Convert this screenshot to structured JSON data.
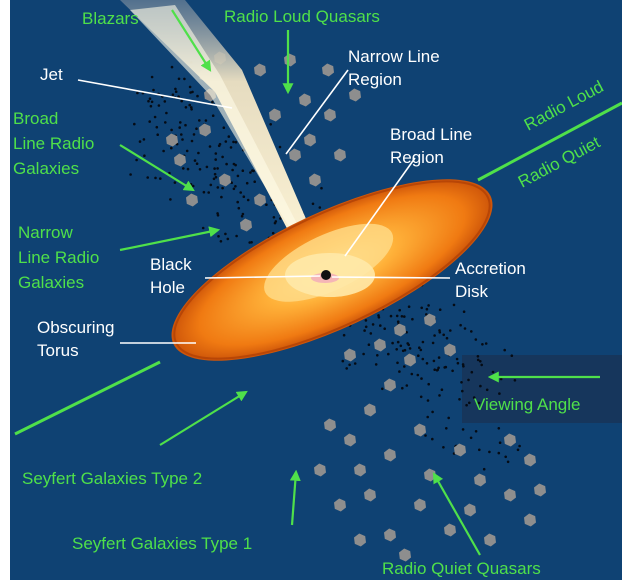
{
  "colors": {
    "background": "#0f4273",
    "label_green": "#4fe04a",
    "label_white": "#ffffff",
    "cloud_gray": "#8e8e8e",
    "torus_outer": "#c94c05",
    "torus_inner": "#ffa92b",
    "jet": "#fff2c2",
    "dots": "#050b14"
  },
  "labels": {
    "blazars": "Blazars",
    "radio_loud_quasars": "Radio Loud Quasars",
    "jet": "Jet",
    "narrow_line_region": [
      "Narrow Line",
      "Region"
    ],
    "broad_line_radio_galaxies": [
      "Broad",
      "Line Radio",
      "Galaxies"
    ],
    "broad_line_region": [
      "Broad Line",
      "Region"
    ],
    "radio_loud": "Radio Loud",
    "radio_quiet": "Radio Quiet",
    "narrow_line_radio_galaxies": [
      "Narrow",
      "Line Radio",
      "Galaxies"
    ],
    "black_hole": [
      "Black",
      "Hole"
    ],
    "accretion_disk": [
      "Accretion",
      "Disk"
    ],
    "obscuring_torus": [
      "Obscuring",
      "Torus"
    ],
    "viewing_angle": "Viewing Angle",
    "seyfert_type_2": "Seyfert Galaxies Type 2",
    "seyfert_type_1": "Seyfert Galaxies Type 1",
    "radio_quiet_quasars": "Radio Quiet Quasars"
  }
}
